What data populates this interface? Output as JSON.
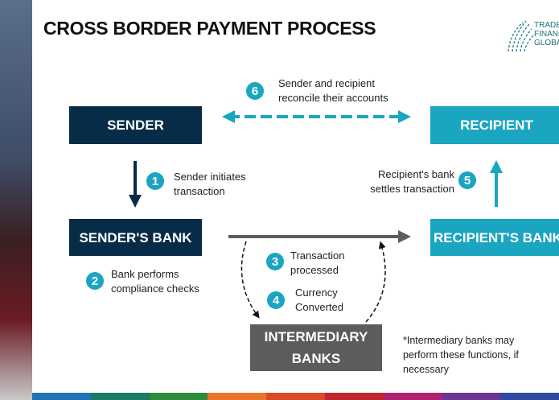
{
  "title": "CROSS BORDER PAYMENT PROCESS",
  "logo": {
    "lines": [
      "TRADE",
      "FINANCE",
      "GLOBAL"
    ]
  },
  "nodes": {
    "sender": "SENDER",
    "recipient": "RECIPIENT",
    "sender_bank": "SENDER'S BANK",
    "recipient_bank": "RECIPIENT'S BANK",
    "intermediary": [
      "INTERMEDIARY",
      "BANKS"
    ]
  },
  "steps": [
    {
      "num": "1",
      "lines": [
        "Sender initiates",
        "transaction"
      ]
    },
    {
      "num": "2",
      "lines": [
        "Bank performs",
        "compliance checks"
      ]
    },
    {
      "num": "3",
      "lines": [
        "Transaction",
        "processed"
      ]
    },
    {
      "num": "4",
      "lines": [
        "Currency",
        "Converted"
      ]
    },
    {
      "num": "5",
      "lines": [
        "Recipient's bank",
        "settles transaction"
      ]
    },
    {
      "num": "6",
      "lines": [
        "Sender and recipient",
        "reconcile their accounts"
      ]
    }
  ],
  "footnote": [
    "*Intermediary banks may",
    "perform these functions, if",
    "necessary"
  ],
  "colors": {
    "navy": "#072c48",
    "teal": "#1aa5c0",
    "gray": "#5c5c5c",
    "footer_stripes": [
      "#1f74b8",
      "#1d7a63",
      "#2e8b3e",
      "#e8742a",
      "#d94a2a",
      "#c2262e",
      "#b0246e",
      "#6d3594",
      "#2f4aa0"
    ]
  }
}
